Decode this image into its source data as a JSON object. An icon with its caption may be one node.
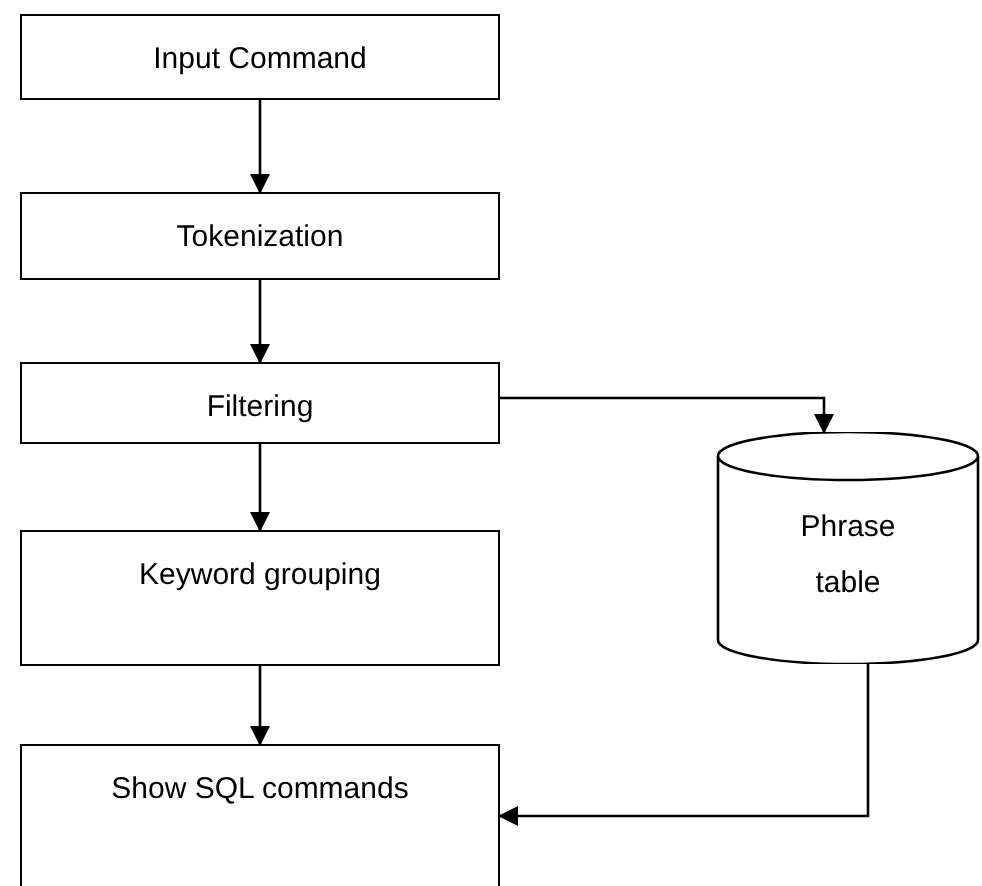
{
  "diagram": {
    "nodes": [
      {
        "text": [
          "Input Command"
        ]
      },
      {
        "text": [
          "Tokenization"
        ]
      },
      {
        "text": [
          "Filtering"
        ]
      },
      {
        "text": [
          "Keyword grouping"
        ]
      },
      {
        "text": [
          "Show SQL commands"
        ]
      },
      {
        "text": [
          "Phrase table"
        ]
      }
    ],
    "edges": [
      {
        "from": 0,
        "to": 1,
        "arrow": "to"
      },
      {
        "from": 1,
        "to": 2,
        "arrow": "to"
      },
      {
        "from": 2,
        "to": 3,
        "arrow": "to"
      },
      {
        "from": 3,
        "to": 4,
        "arrow": "to"
      },
      {
        "from": 2,
        "to": 5,
        "arrow": "to"
      },
      {
        "from": 5,
        "to": 4,
        "arrow": "to"
      }
    ]
  }
}
